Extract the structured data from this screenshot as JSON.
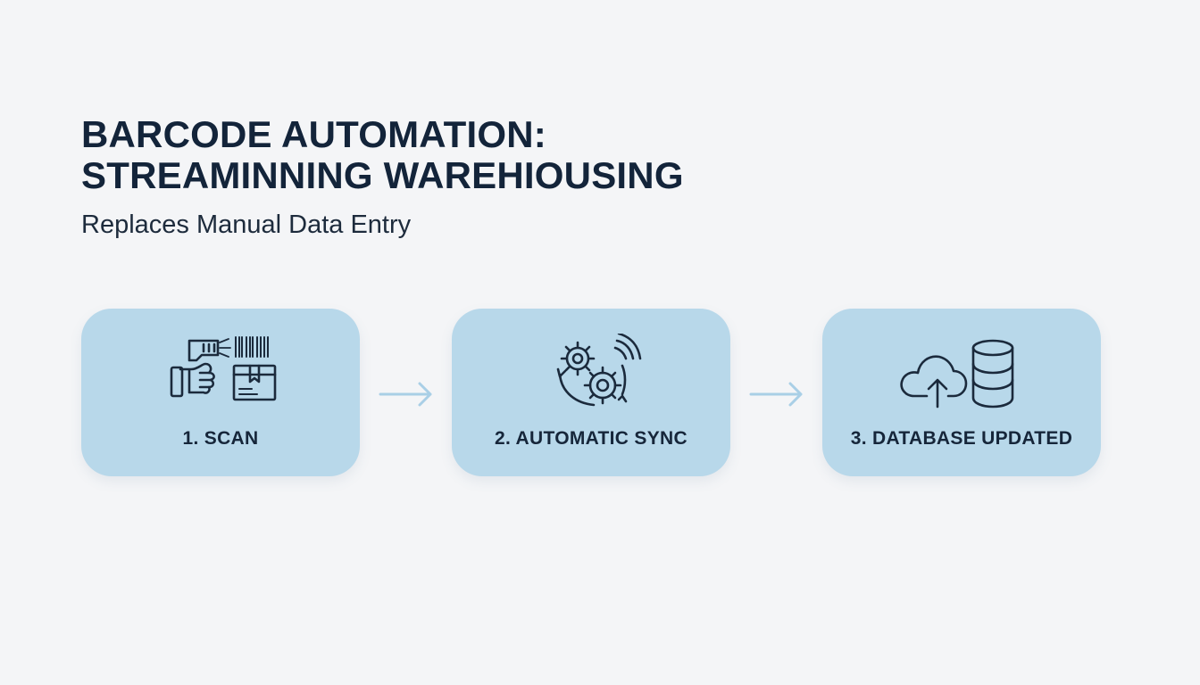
{
  "title_lines": [
    "BARCODE AUTOMATION:",
    "STREAMINNING WAREHIOUSING"
  ],
  "subtitle": "Replaces Manual Data Entry",
  "steps": [
    {
      "label": "1. SCAN",
      "icon": "barcode-scanner-icon"
    },
    {
      "label": "2. AUTOMATIC SYNC",
      "icon": "gear-sync-icon"
    },
    {
      "label": "3. DATABASE UPDATED",
      "icon": "cloud-database-icon"
    }
  ],
  "colors": {
    "background": "#f4f5f7",
    "card": "#b8d8ea",
    "text": "#13243a",
    "arrow": "#a9cfe6",
    "icon_stroke": "#1b2a3c"
  }
}
